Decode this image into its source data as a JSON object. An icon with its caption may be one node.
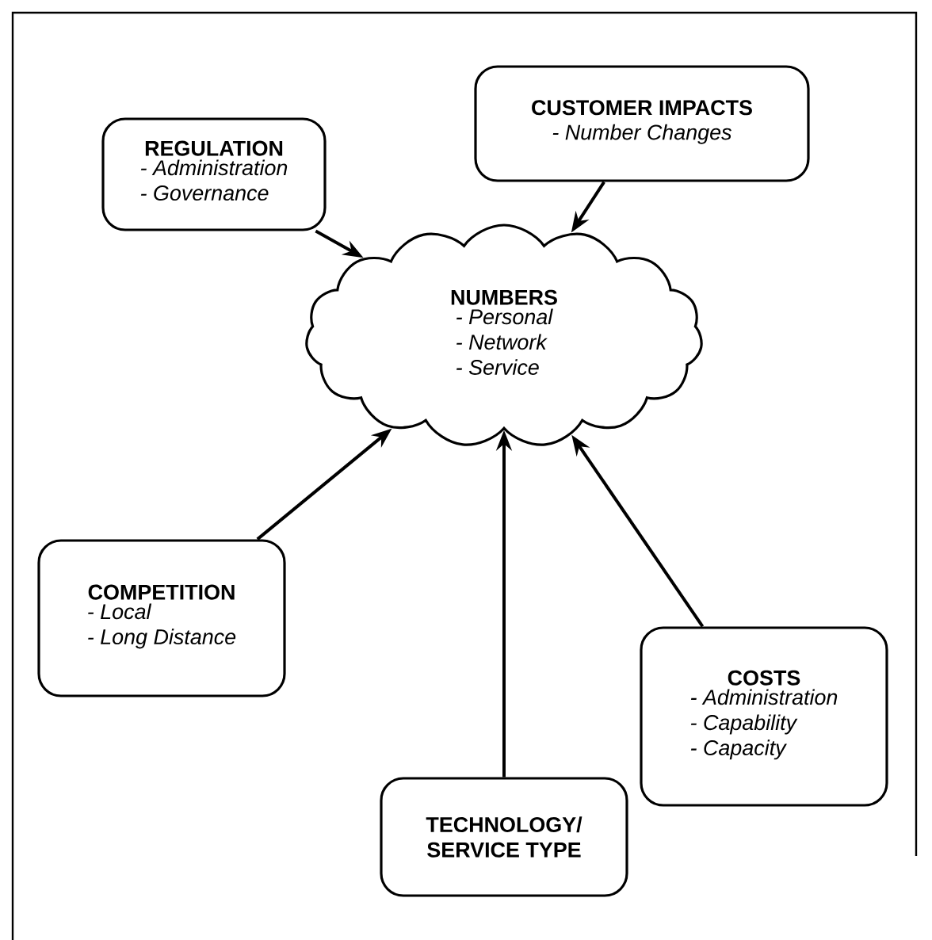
{
  "diagram": {
    "nodes": [
      {
        "text": [
          "NUMBERS",
          "- Personal",
          "- Network",
          "- Service"
        ]
      },
      {
        "text": [
          "REGULATION",
          "- Administration",
          "- Governance"
        ]
      },
      {
        "text": [
          "CUSTOMER IMPACTS",
          "- Number Changes"
        ]
      },
      {
        "text": [
          "COMPETITION",
          "- Local",
          "- Long Distance"
        ]
      },
      {
        "text": [
          "COSTS",
          "- Administration",
          "- Capability",
          "- Capacity"
        ]
      },
      {
        "text": [
          "TECHNOLOGY/ SERVICE TYPE"
        ]
      }
    ],
    "edges": [
      {
        "from": 1,
        "to": 0,
        "arrow": "to"
      },
      {
        "from": 2,
        "to": 0,
        "arrow": "to"
      },
      {
        "from": 3,
        "to": 0,
        "arrow": "to"
      },
      {
        "from": 4,
        "to": 0,
        "arrow": "to"
      },
      {
        "from": 5,
        "to": 0,
        "arrow": "to"
      }
    ]
  }
}
